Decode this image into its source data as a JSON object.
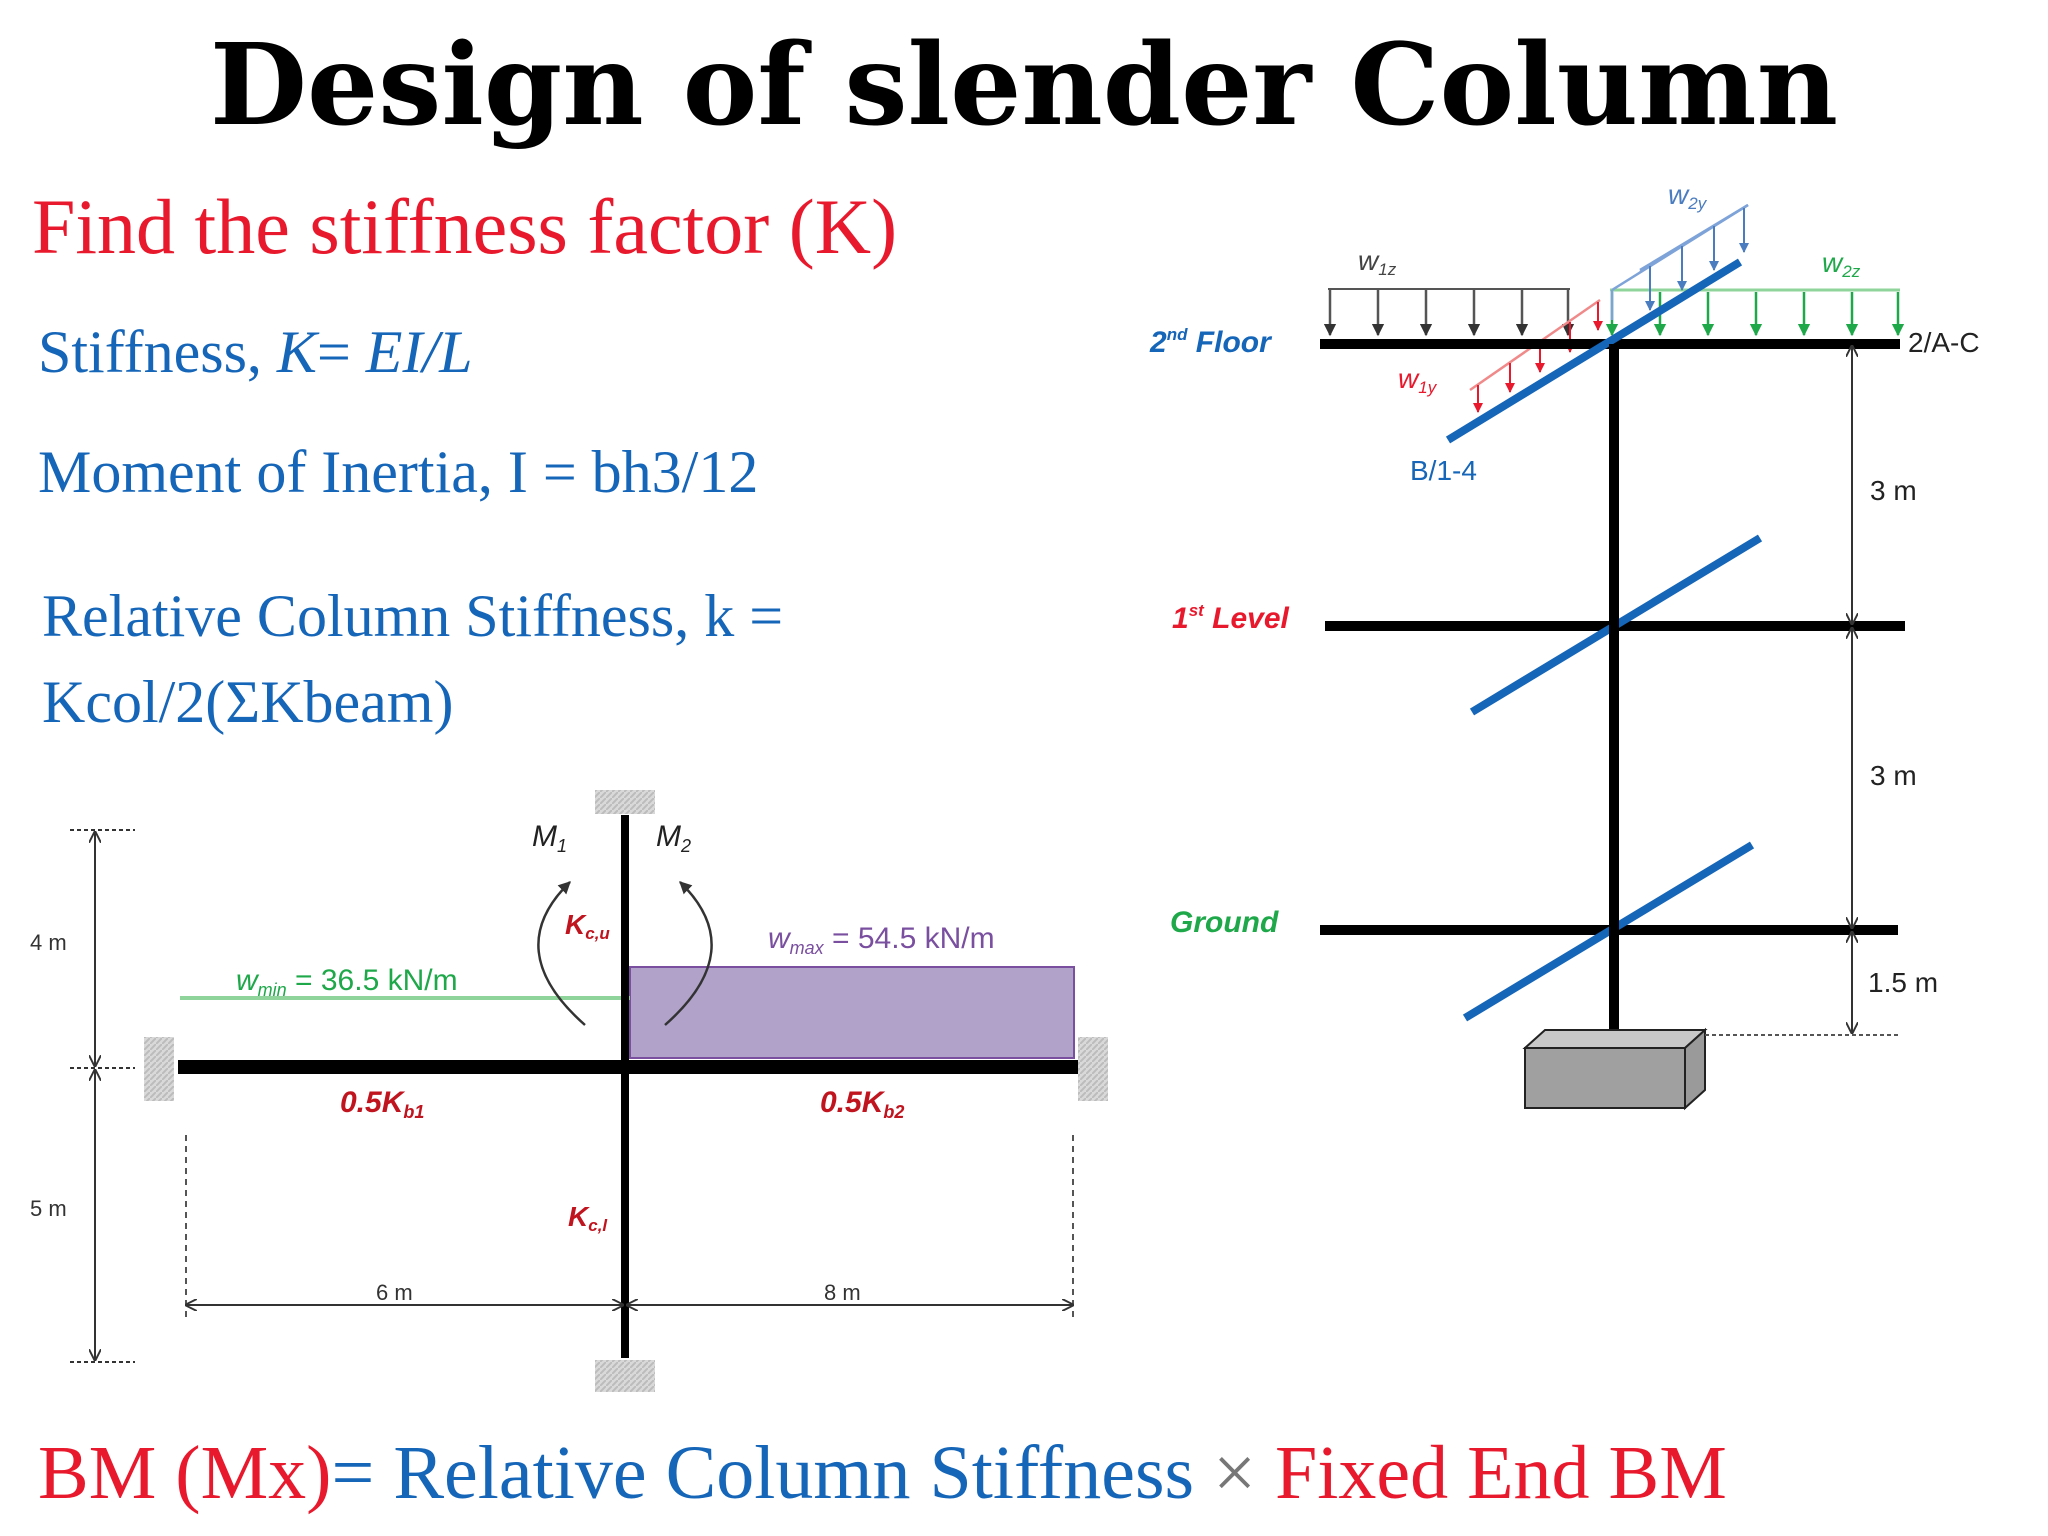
{
  "title": "Design of slender Column",
  "subtitle": "Find the stiffness factor (K)",
  "formulas": {
    "stiffness_prefix": "Stiffness, ",
    "stiffness_K": "K",
    "stiffness_eq": "= ",
    "stiffness_rhs": "EI/L",
    "inertia": "Moment of Inertia, I = bh3/12",
    "relative_line1": "Relative Column Stiffness, k =",
    "relative_line2": "Kcol/2(ΣKbeam)"
  },
  "bottom": {
    "part1": "BM (Mx)",
    "part2": "= ",
    "part3": "Relative Column Stiffness",
    "part4": " × ",
    "part5": "Fixed End BM"
  },
  "frame_diagram": {
    "dim_upper": "4 m",
    "dim_lower": "5 m",
    "moment_left": "M",
    "moment_left_sub": "1",
    "moment_right": "M",
    "moment_right_sub": "2",
    "col_upper": "K",
    "col_upper_sub": "c,u",
    "col_lower": "K",
    "col_lower_sub": "c,l",
    "w_min_w": "w",
    "w_min_sub": "min",
    "w_min_value": " = 36.5 kN/m",
    "w_max_w": "w",
    "w_max_sub": "max",
    "w_max_value": " = 54.5 kN/m",
    "beam_left": "0.5K",
    "beam_left_sub": "b1",
    "beam_right": "0.5K",
    "beam_right_sub": "b2",
    "span_left": "6 m",
    "span_right": "8 m"
  },
  "column_diagram": {
    "level_2nd": "2",
    "level_2nd_sup": "nd",
    "level_2nd_rest": " Floor",
    "level_1st": "1",
    "level_1st_sup": "st",
    "level_1st_rest": " Level",
    "level_ground": "Ground",
    "grid_label": "2/A-C",
    "beam_label": "B/1-4",
    "w1z": "w",
    "w1z_sub": "1z",
    "w2z": "w",
    "w2z_sub": "2z",
    "w1y": "w",
    "w1y_sub": "1y",
    "w2y": "w",
    "w2y_sub": "2y",
    "dim_top": "3 m",
    "dim_mid": "3 m",
    "dim_bottom": "1.5 m"
  },
  "colors": {
    "title": "#000000",
    "red": "#e8192c",
    "blue": "#1565b8",
    "green": "#1fa84a",
    "purple": "#b0a2c9",
    "purple_edge": "#7a4fa0"
  }
}
